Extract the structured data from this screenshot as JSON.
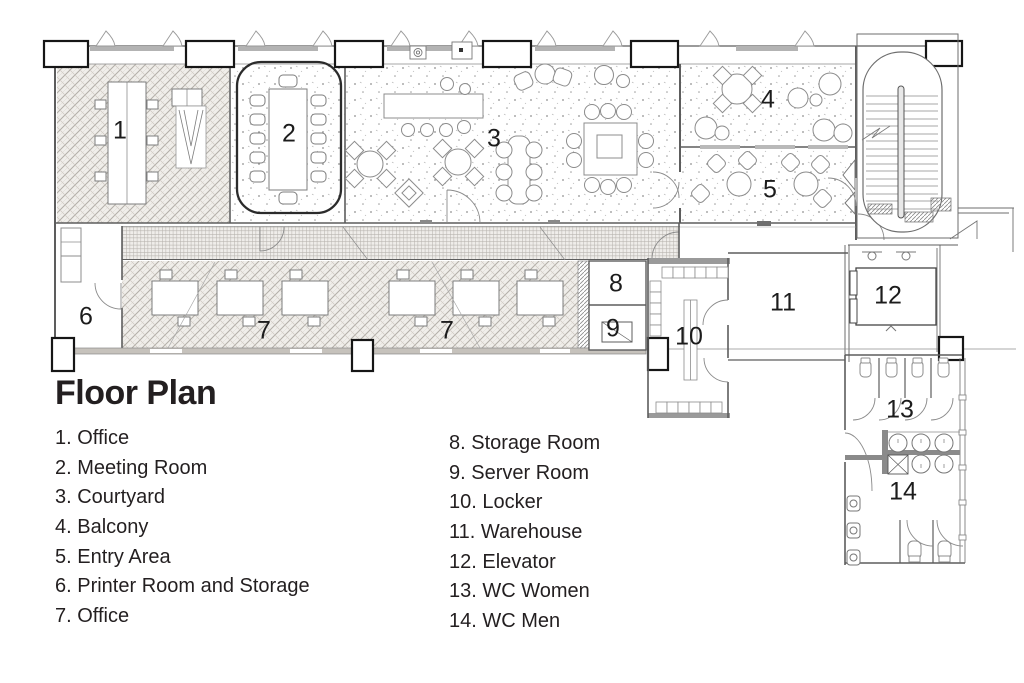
{
  "title": "Floor Plan",
  "rooms": [
    {
      "num": "1",
      "name": "Office",
      "legend": "1. Office"
    },
    {
      "num": "2",
      "name": "Meeting Room",
      "legend": "2. Meeting Room"
    },
    {
      "num": "3",
      "name": "Courtyard",
      "legend": "3. Courtyard"
    },
    {
      "num": "4",
      "name": "Balcony",
      "legend": "4. Balcony"
    },
    {
      "num": "5",
      "name": "Entry Area",
      "legend": "5. Entry Area"
    },
    {
      "num": "6",
      "name": "Printer Room and Storage",
      "legend": "6. Printer Room and Storage"
    },
    {
      "num": "7",
      "name": "Office",
      "legend": "7. Office"
    },
    {
      "num": "8",
      "name": "Storage Room",
      "legend": "8. Storage Room"
    },
    {
      "num": "9",
      "name": "Server Room",
      "legend": "9. Server Room"
    },
    {
      "num": "10",
      "name": "Locker",
      "legend": "10. Locker"
    },
    {
      "num": "11",
      "name": "Warehouse",
      "legend": "11. Warehouse"
    },
    {
      "num": "12",
      "name": "Elevator",
      "legend": "12. Elevator"
    },
    {
      "num": "13",
      "name": "WC Women",
      "legend": "13. WC Women"
    },
    {
      "num": "14",
      "name": "WC Men",
      "legend": "14. WC Men"
    }
  ],
  "colors": {
    "ink": "#231f20",
    "wall_dark": "#3f3f3f",
    "wall": "#6e6e6e",
    "pattern": "#c6c2bc",
    "paper": "#ffffff"
  }
}
